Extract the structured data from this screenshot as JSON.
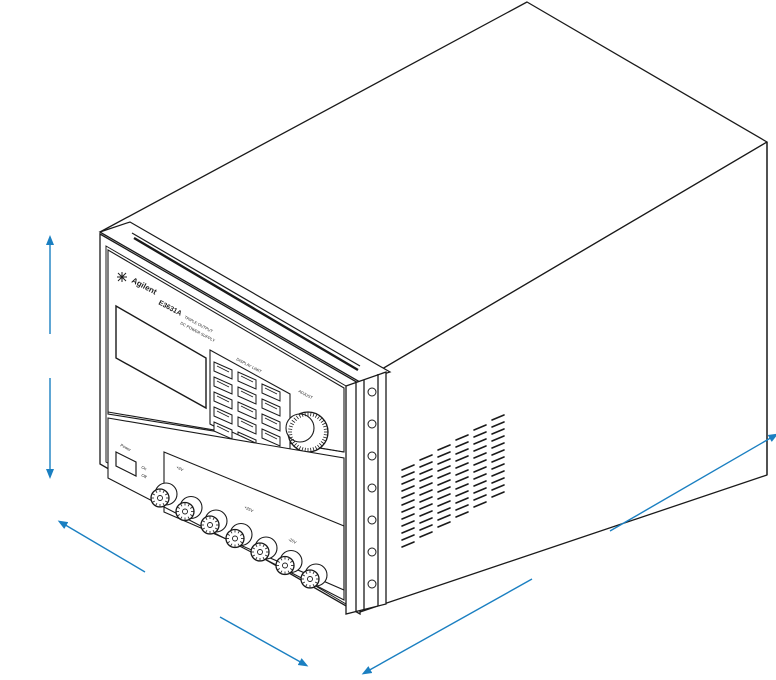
{
  "figure": {
    "brand_label": "Agilent",
    "model_label": "E3631A",
    "model_subtitle": "TRIPLE OUTPUT",
    "model_subtitle_2": "DC POWER SUPPLY",
    "display_group_label": "DISPLAY LIMIT",
    "adjust_label": "ADJUST",
    "power_label": "Power",
    "power_on_label": "On",
    "power_off_label": "Off",
    "output_labels": [
      "+6V",
      "+25V",
      "-25V"
    ],
    "colors": {
      "line": "#1a1a1a",
      "dimension_arrow": "#1a7fc1",
      "background": "#ffffff"
    }
  }
}
